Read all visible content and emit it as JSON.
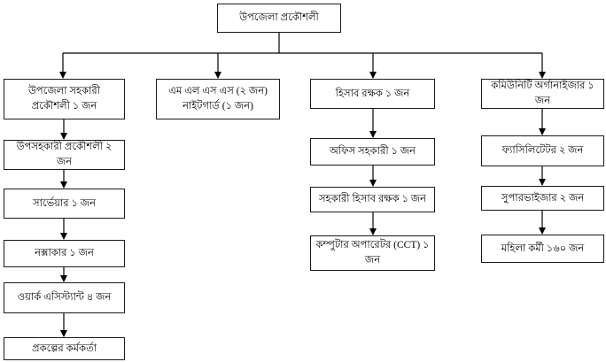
{
  "diagram": {
    "type": "org-chart",
    "root": {
      "label": "উপজেলা প্রকৌশলী"
    },
    "columns": [
      {
        "nodes": [
          "উপজেলা সহকারী প্রকৌশলী ১ জন",
          "উপসহকারী প্রকৌশলী ২ জন",
          "সার্ভেয়ার ১ জন",
          "নক্সাকার ১ জন",
          "ওয়ার্ক এসিস্ট্যান্ট ৪ জন",
          "প্রকল্পের কর্মকর্তা"
        ]
      },
      {
        "nodes": [
          "এম এল এস এস (২ জন)\nনাইটগার্ড (১ জন)"
        ]
      },
      {
        "nodes": [
          "হিসাব রক্ষক ১ জন",
          "অফিস সহকারী ১ জন",
          "সহকারী হিসাব রক্ষক ১ জন",
          "কম্পুটার অপারেটর (CCT) ১ জন"
        ]
      },
      {
        "nodes": [
          "কমিউনিটি অর্গানাইজার ১ জন",
          "ফ্যাসিলিটেটর ২ জন",
          "সুপারভাইজার ২ জন",
          "মহিলা কর্মী ১৬০ জন"
        ]
      }
    ]
  },
  "colors": {
    "line": "#000000",
    "box_border": "#1a1a1a",
    "box_fill": "#ffffff",
    "text": "#000000",
    "background": "#ffffff"
  }
}
